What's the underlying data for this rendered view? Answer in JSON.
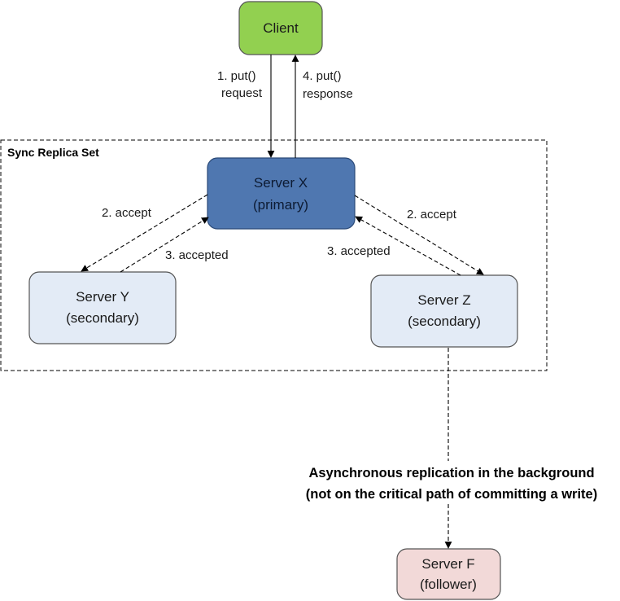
{
  "replica_set": {
    "title": "Sync Replica Set"
  },
  "nodes": {
    "client": {
      "line1": "Client"
    },
    "server_x": {
      "line1": "Server X",
      "line2": "(primary)"
    },
    "server_y": {
      "line1": "Server Y",
      "line2": "(secondary)"
    },
    "server_z": {
      "line1": "Server Z",
      "line2": "(secondary)"
    },
    "server_f": {
      "line1": "Server F",
      "line2": "(follower)"
    }
  },
  "edges": {
    "put_request": {
      "line1": "1. put()",
      "line2": "request"
    },
    "put_response": {
      "line1": "4. put()",
      "line2": "response"
    },
    "accept_y": "2. accept",
    "accepted_y": "3. accepted",
    "accept_z": "2. accept",
    "accepted_z": "3. accepted"
  },
  "note": {
    "line1": "Asynchronous replication in the background",
    "line2": "(not on the critical path of committing a write)"
  },
  "colors": {
    "client_fill": "#92d050",
    "primary_fill": "#4f77b0",
    "secondary_fill": "#e3ebf6",
    "follower_fill": "#f2d9d8",
    "border": "#555555"
  }
}
